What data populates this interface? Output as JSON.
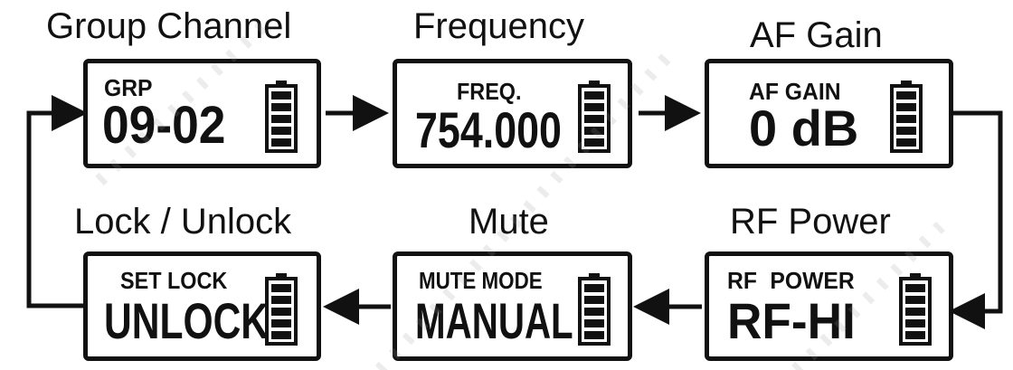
{
  "flow": {
    "group_channel": {
      "title": "Group Channel",
      "label": "GRP",
      "value": "09-02"
    },
    "frequency": {
      "title": "Frequency",
      "label": "FREQ.",
      "value": "754.000"
    },
    "af_gain": {
      "title": "AF Gain",
      "label": "AF GAIN",
      "value": "0 dB"
    },
    "rf_power": {
      "title": "RF Power",
      "label": "RF POWER",
      "value": "RF-HI"
    },
    "mute": {
      "title": "Mute",
      "label": "MUTE MODE",
      "value": "MANUAL"
    },
    "lock": {
      "title": "Lock / Unlock",
      "label": "SET LOCK",
      "value": "UNLOCK"
    }
  },
  "icons": {
    "battery": "battery-full-icon",
    "arrow": "arrow-icon"
  },
  "colors": {
    "ink": "#111111",
    "background": "#ffffff"
  }
}
